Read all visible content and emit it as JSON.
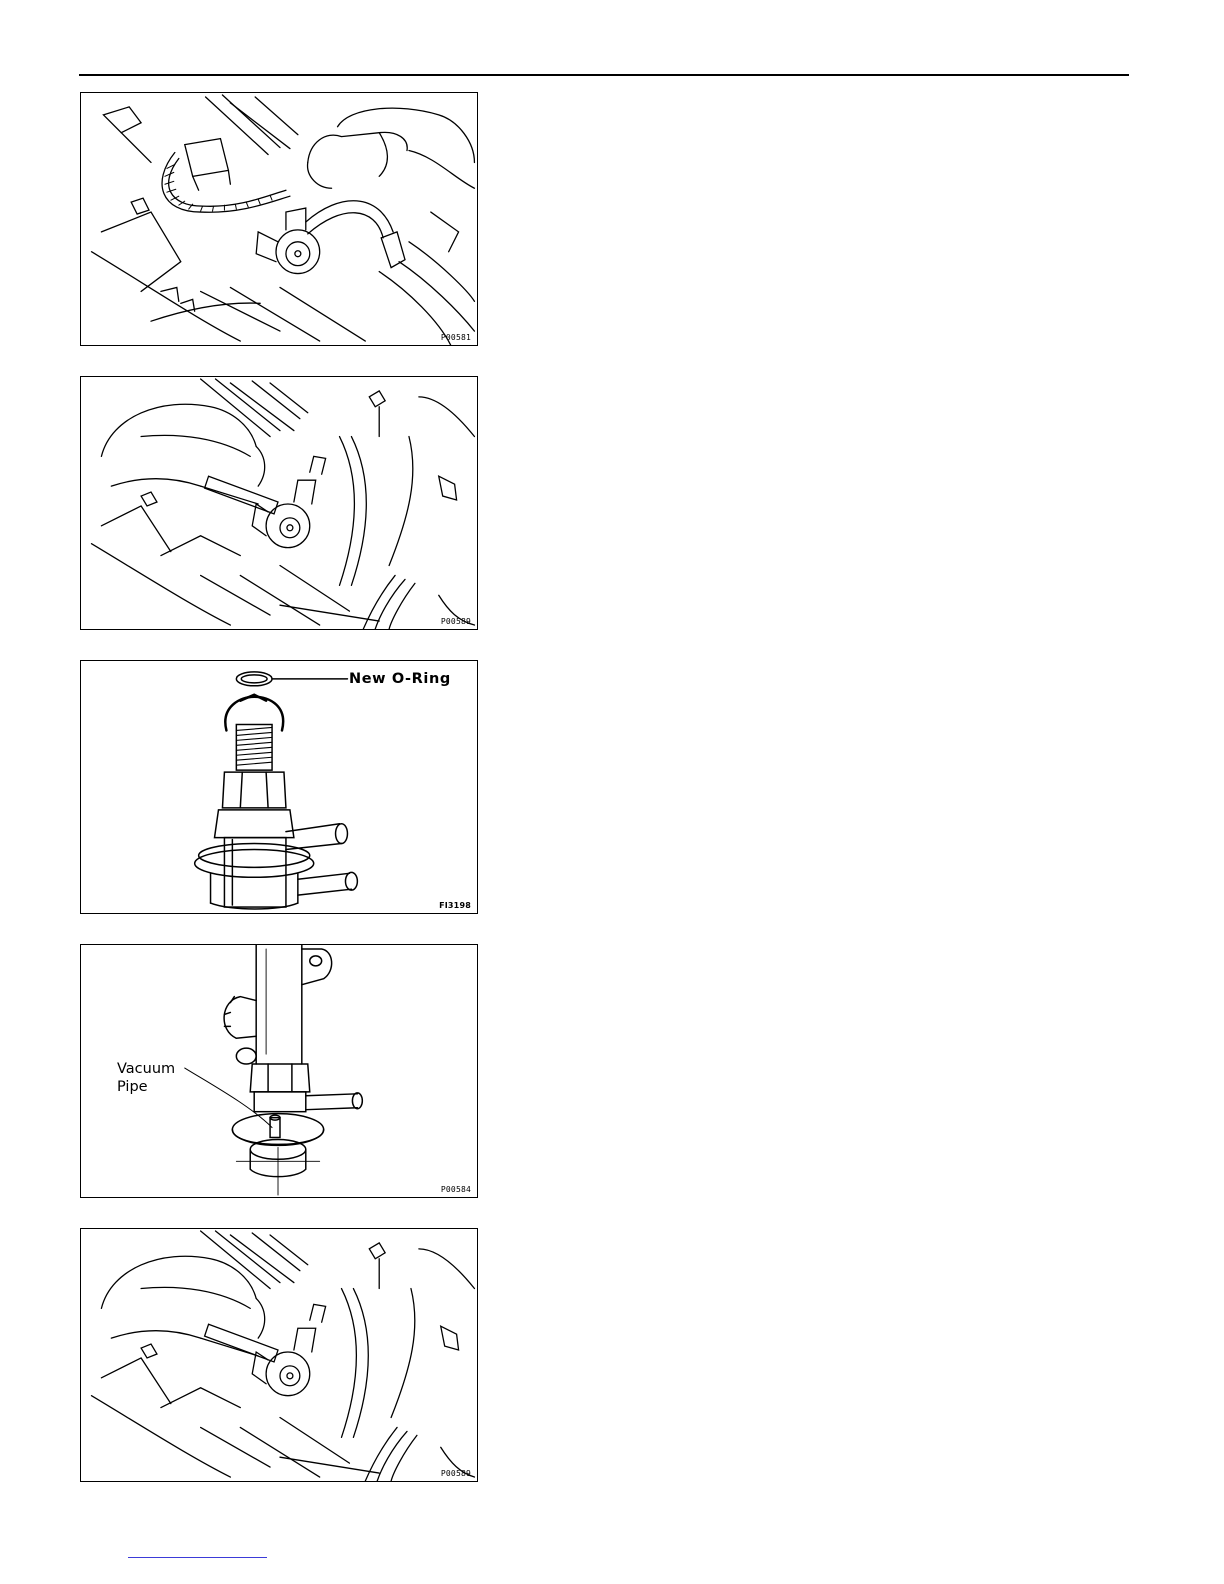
{
  "figures": [
    {
      "code": "P00581"
    },
    {
      "code": "P00589"
    },
    {
      "code": "FI3198",
      "label": "New O-Ring"
    },
    {
      "code": "P00584",
      "label_line1": "Vacuum",
      "label_line2": "Pipe"
    },
    {
      "code": "P00589"
    }
  ],
  "colors": {
    "ink": "#000000",
    "link": "#3b3bd8"
  }
}
